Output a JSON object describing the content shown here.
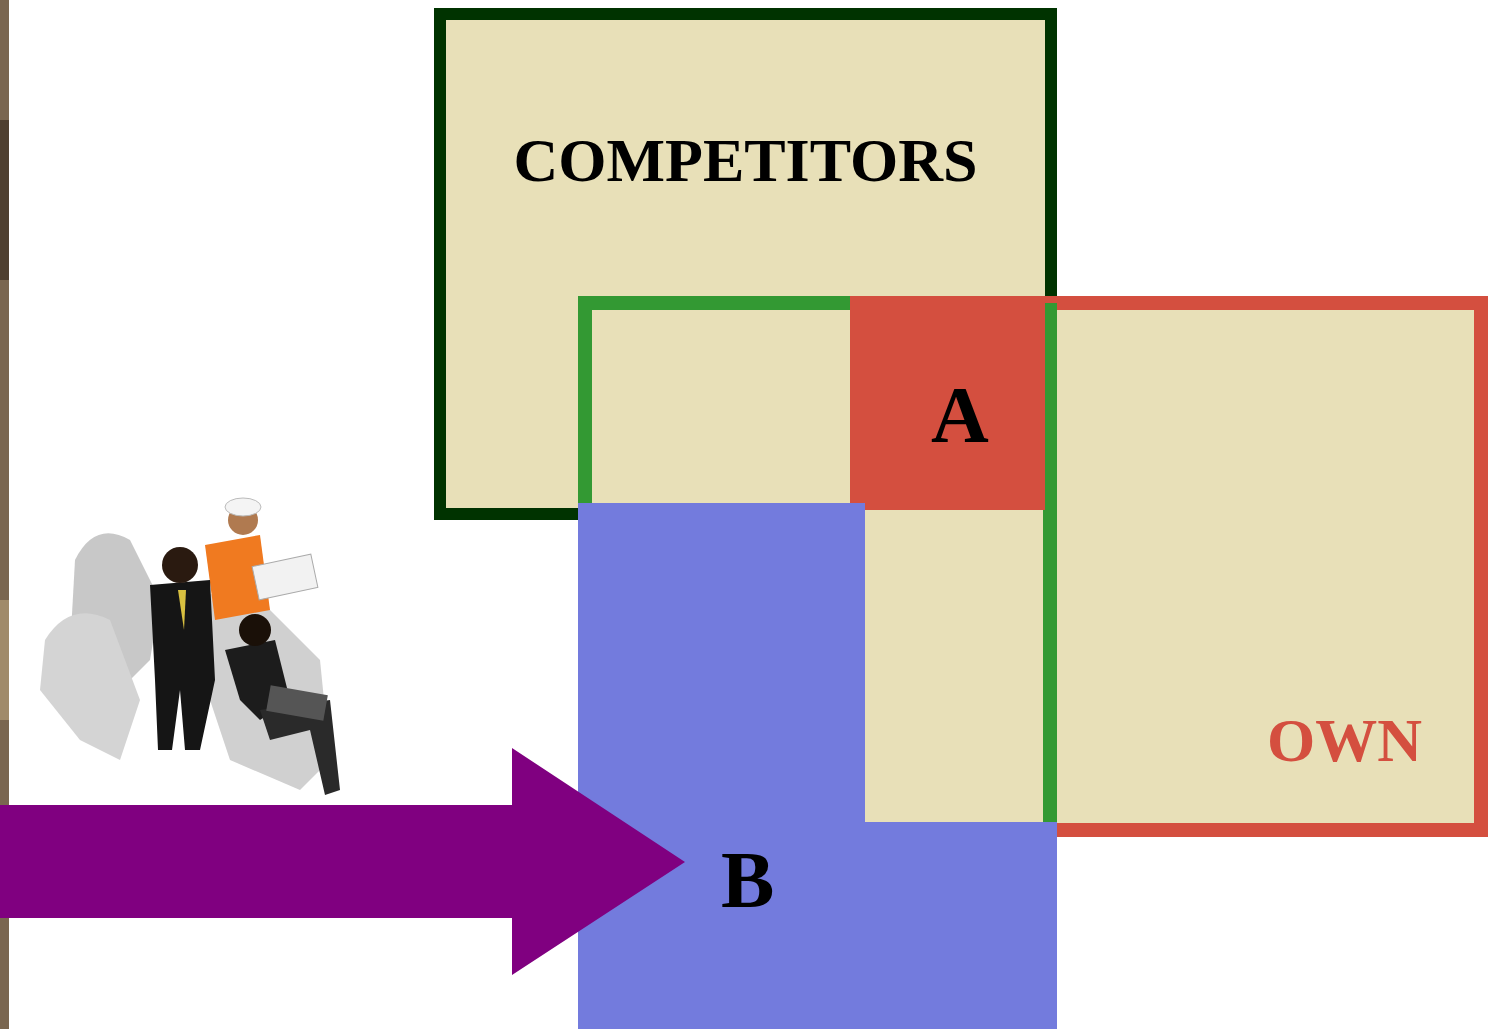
{
  "diagram": {
    "nodes": [
      {
        "text": [
          "COMPETITORS"
        ]
      },
      {
        "text": [
          "A"
        ]
      },
      {
        "text": [
          "OWN"
        ]
      },
      {
        "text": [
          "B"
        ]
      }
    ]
  }
}
